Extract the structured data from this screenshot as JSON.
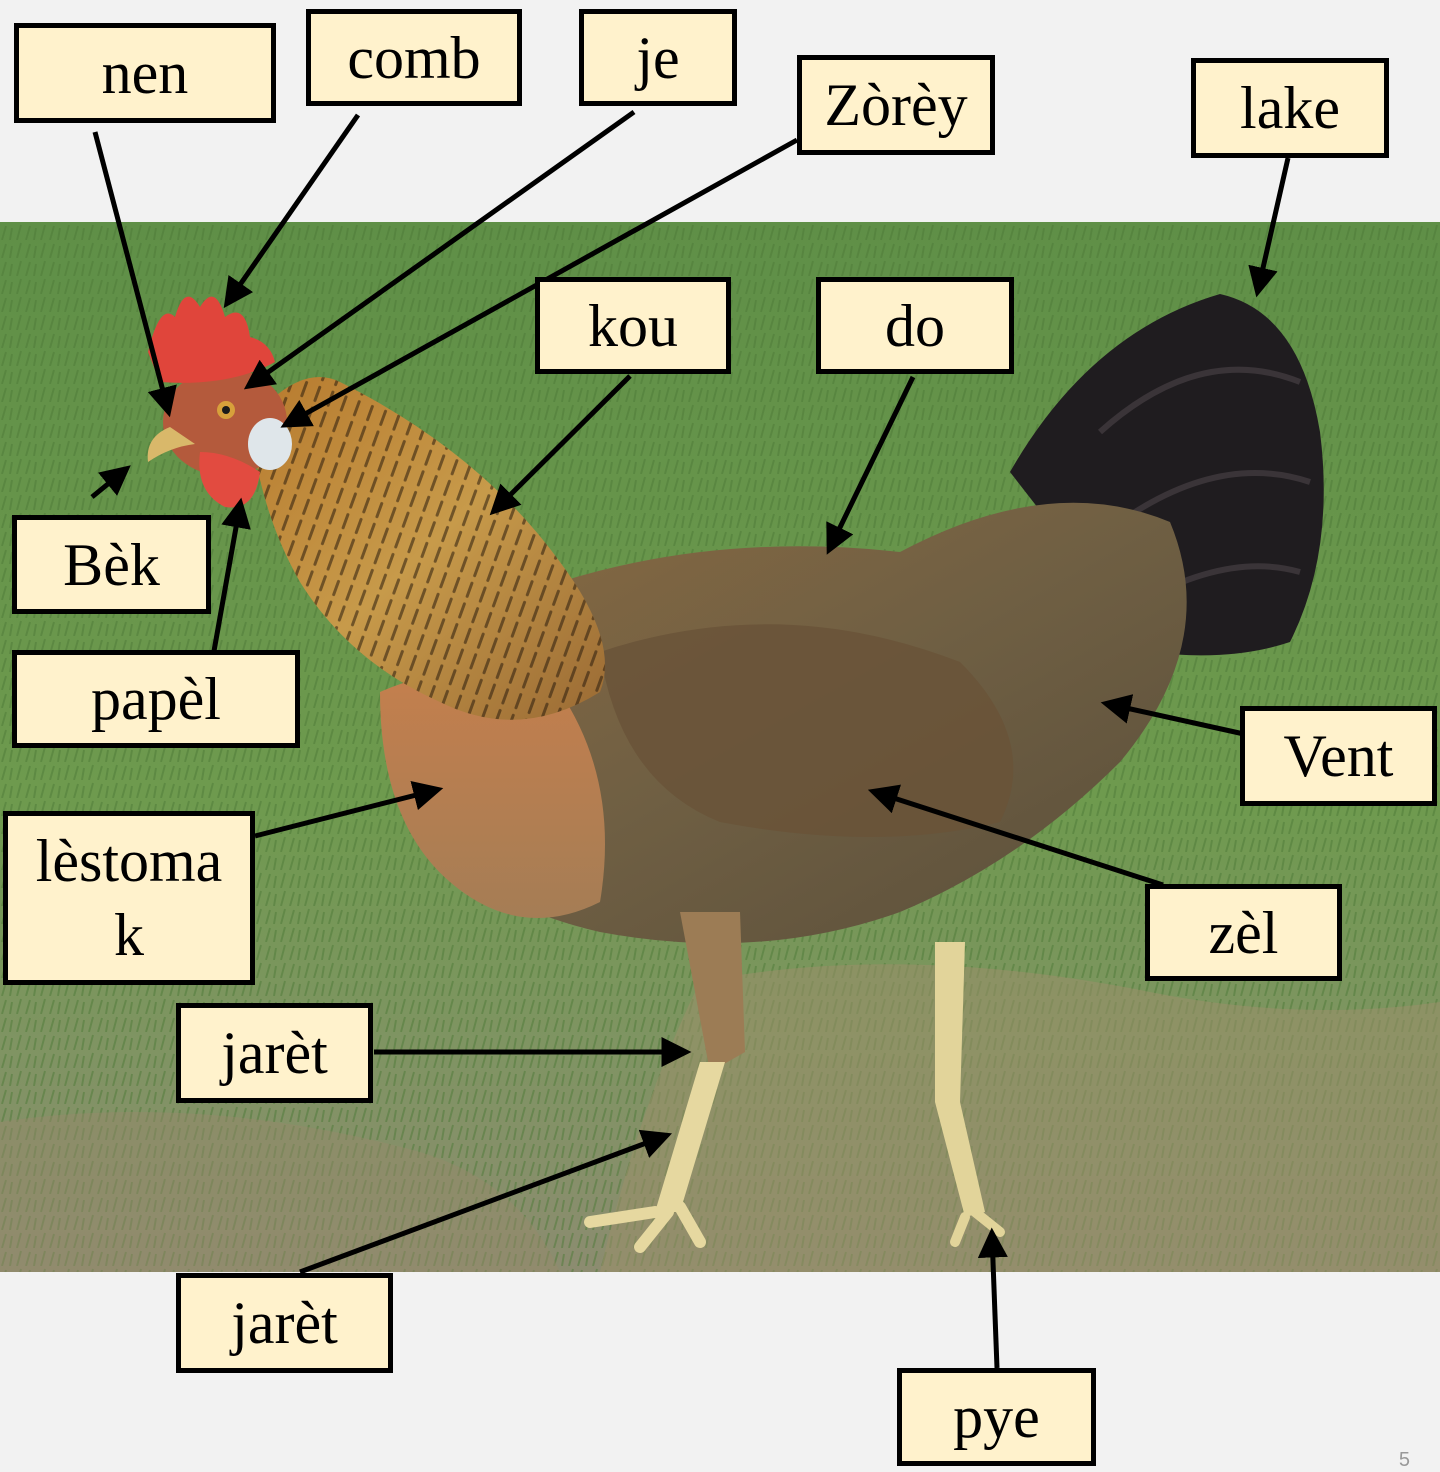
{
  "labels": {
    "nen": "nen",
    "comb": "comb",
    "je": "je",
    "zorey": "Zòrèy",
    "lake": "lake",
    "kou": "kou",
    "do": "do",
    "bek": "Bèk",
    "papel": "papèl",
    "vent": "Vent",
    "lestomak": "lèstoma k",
    "zel": "zèl",
    "jaret_1": "jarèt",
    "jaret_2": "jarèt",
    "pye": "pye"
  },
  "page_number": "5",
  "colors": {
    "label_fill": "#fff2cc",
    "label_border": "#000000",
    "arrow": "#000000"
  }
}
